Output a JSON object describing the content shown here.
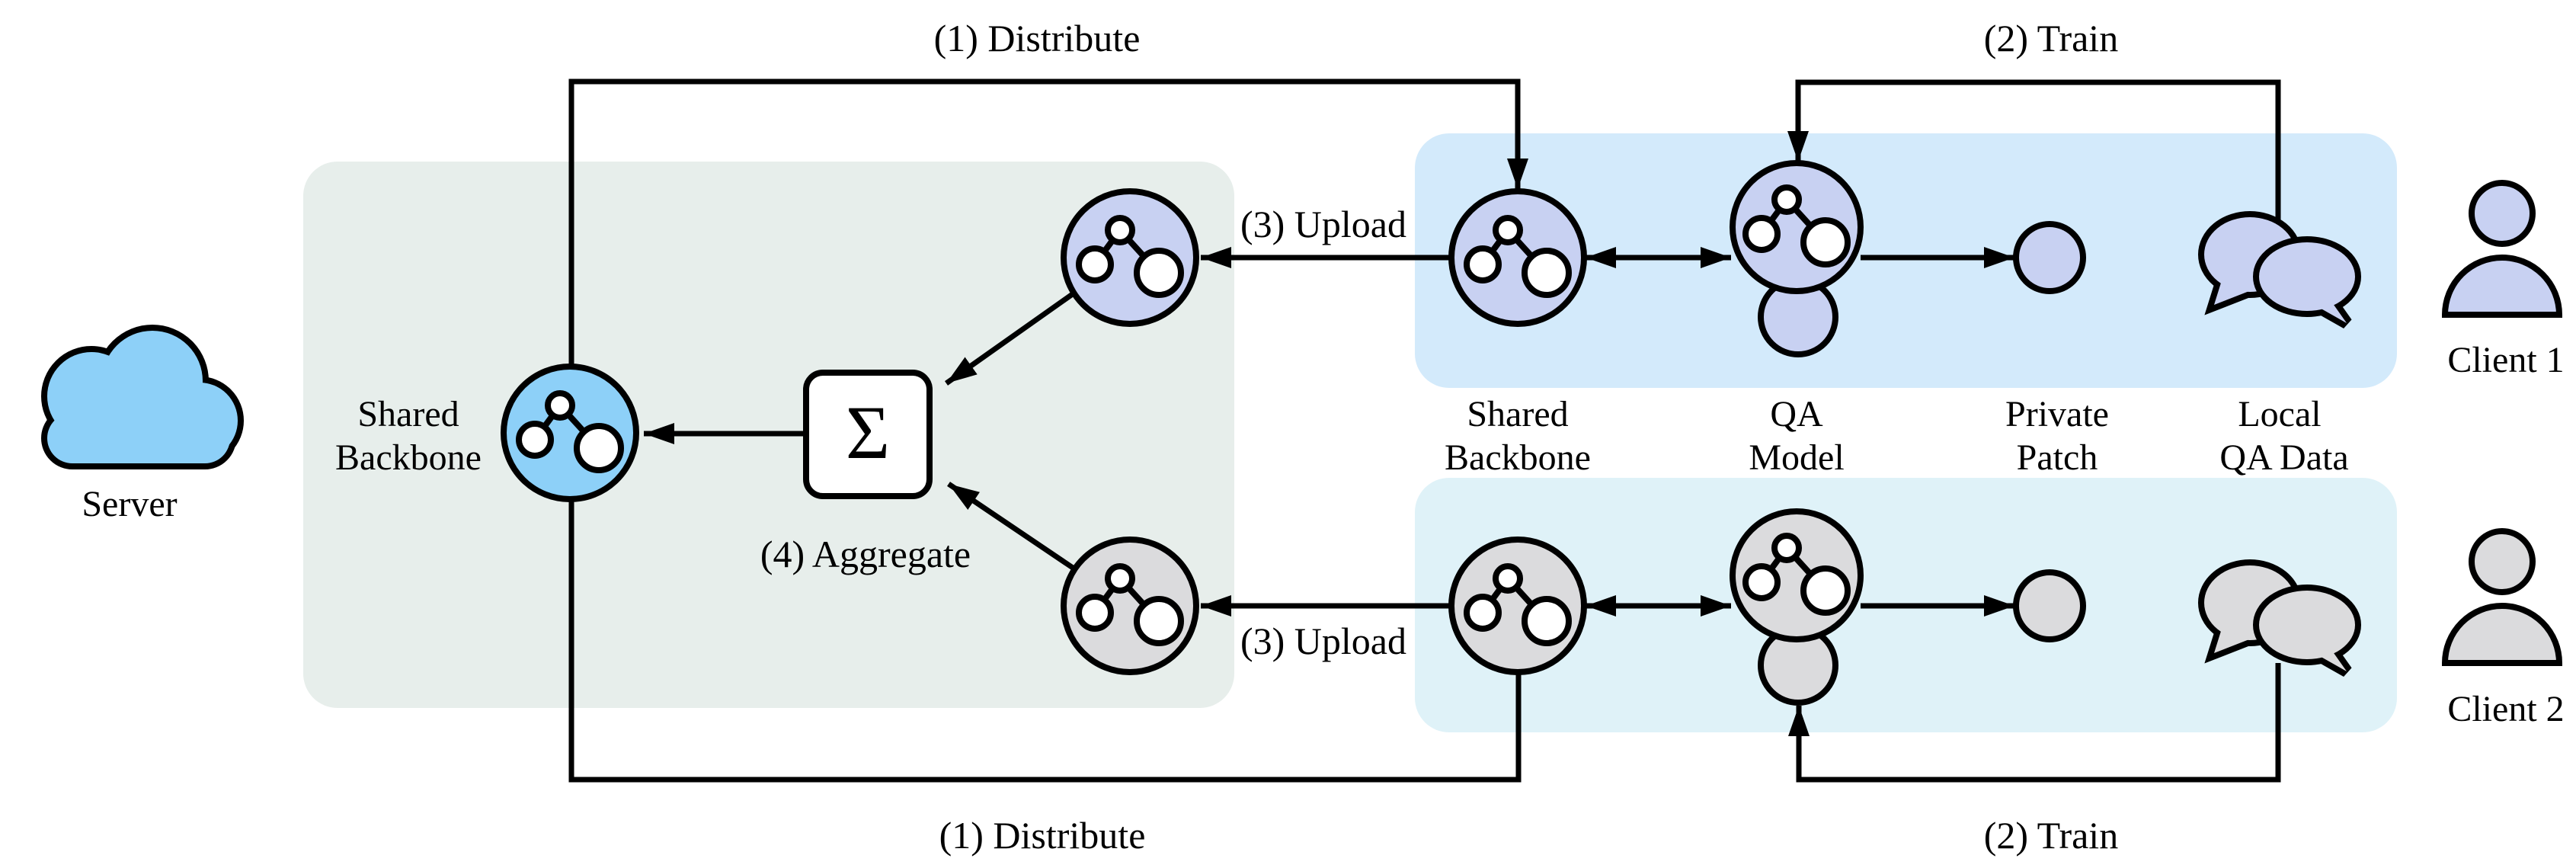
{
  "diagram": {
    "labels": {
      "distribute_top": "(1) Distribute",
      "distribute_bottom": "(1) Distribute",
      "train_top": "(2) Train",
      "train_bottom": "(2) Train",
      "upload_client1": "(3) Upload",
      "upload_client2": "(3) Upload",
      "aggregate": "(4) Aggregate",
      "sigma": "Σ",
      "server": "Server",
      "client1": "Client 1",
      "client2": "Client 2",
      "server_backbone_line1": "Shared",
      "server_backbone_line2": "Backbone",
      "client_backbone_line1": "Shared",
      "client_backbone_line2": "Backbone",
      "qa_model_line1": "QA",
      "qa_model_line2": "Model",
      "private_patch_line1": "Private",
      "private_patch_line2": "Patch",
      "local_qa_line1": "Local",
      "local_qa_line2": "QA Data"
    },
    "colors": {
      "sky_blue": "#8DD0F8",
      "periwinkle": "#C8D1F2",
      "node_gray": "#DBDBDD",
      "node_inner": "#FFFFFF",
      "sigma_fill": "#FFFFFF",
      "region_server": "#E7EEEB",
      "region_client1": "#D3EAFB",
      "region_client2": "#DFF2F8",
      "line": "#000000"
    },
    "icons": {
      "server": "cloud-icon",
      "backbone": "network-graph-icon",
      "qa_model": "network-graph-patch-icon",
      "private_patch": "patch-circle-icon",
      "local_qa_data": "chat-bubbles-icon",
      "client": "person-icon",
      "aggregate": "sigma-symbol"
    }
  }
}
